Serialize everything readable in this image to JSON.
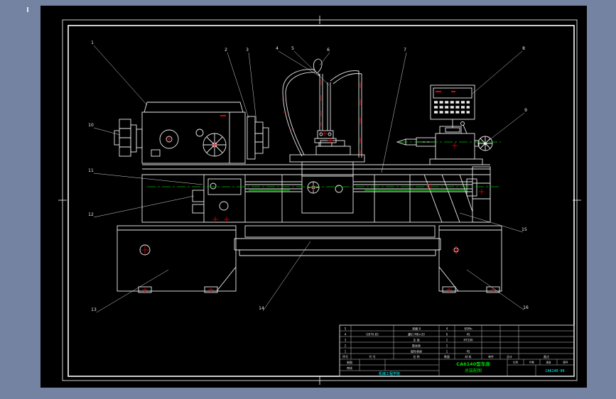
{
  "canvas": {
    "background": "#7483a1",
    "sheet": "#000000",
    "line_color": "#ffffff",
    "centerline_green": "#00b400",
    "mark_red": "#e00000",
    "title_green": "#00dd00",
    "accent_cyan": "#00ffff"
  },
  "callouts": [
    "1",
    "2",
    "3",
    "4",
    "5",
    "6",
    "7",
    "8",
    "9",
    "10",
    "11",
    "12",
    "13",
    "14",
    "15",
    "16"
  ],
  "title_block": {
    "bom_header": [
      "序号",
      "代  号",
      "名  称",
      "数量",
      "材  料",
      "单件",
      "总计",
      "备注"
    ],
    "bom_rows": [
      [
        "5",
        "",
        "垫圈 8",
        "4",
        "65Mn"
      ],
      [
        "4",
        "GB70-85",
        "螺钉 M8×20",
        "6",
        "45"
      ],
      [
        "3",
        "",
        "支 架",
        "1",
        "HT200"
      ],
      [
        "2",
        "",
        "数显表",
        "1",
        ""
      ],
      [
        "1",
        "",
        "磁性表座",
        "1",
        "45"
      ]
    ],
    "sign_rows": [
      "制图",
      "审核"
    ],
    "org": "机械工程学院",
    "title_line1": "CA6140型车床",
    "title_line2": "总装配图",
    "info_labels": [
      "比例",
      "件数",
      "重量",
      "图号"
    ],
    "drawing_no": "CA6140-00"
  }
}
